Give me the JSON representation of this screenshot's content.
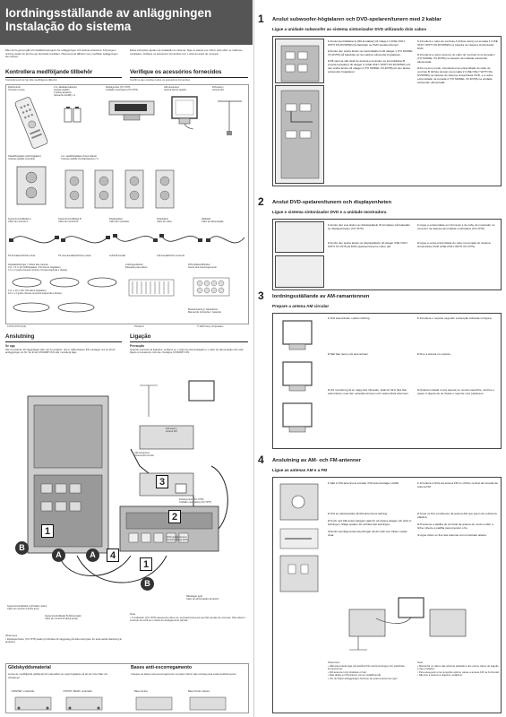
{
  "header": {
    "title_line1": "Iordningsställande av anläggningen",
    "title_line2": "Instalação do sistema"
  },
  "intro": {
    "sv": "Efter att ha genomgått ett installationsprogram för anläggningen och ansluta enheterna. Följ stegen i ordning nedan för att dra upp det bästa resultatet. Observera att tillbehör som medföljer anläggningen kan variera.",
    "pt": "Estas instruções ajudam na instalação do sistema. Siga os passos por ordem para obter os melhores resultados. Verifique os acessórios fornecidos com o sistema antes de começar."
  },
  "accessories": {
    "sv_title": "Kontrollera medföljande tillbehör",
    "sv_sub": "Kontrollera att du har alla medföljande tillbehör.",
    "pt_title": "Verifique os acessórios fornecidos",
    "pt_sub": "Confirme que recebeu todos os acessórios fornecidos.",
    "items": [
      {
        "label": "Fjärrkontroll\nControle remoto"
      },
      {
        "label": "2 st. alkaliska batterier\n(storlek AA/R6)\n2 pilhas alcalinas\n(tamanho AA/R6) x 2"
      },
      {
        "label": "Displayenhet (XV-7075)\nUnidade mostradora (XV-7075)"
      },
      {
        "label": "AM-ramantenn\nAntena AM de quadro"
      },
      {
        "label": "FM-antenn\nAntena FM"
      },
      {
        "label": "Satellithögtalare (stift-högtalare)\nColunas satélite (centrais)"
      },
      {
        "label": "4 st. satellithögtalare (framt./bakre)\nColunas satélite (frontal/traseira) x 4"
      },
      {
        "label": "Systemkontrollkabel A\nCabo de controlo A"
      },
      {
        "label": "Systemkontrollkabel B\nCabo de controlo B"
      },
      {
        "label": "Displaykabel\nCabo de mostrador"
      },
      {
        "label": "Videokabel\nCabo de vídeo"
      },
      {
        "label": "Nätkabel\nCabo de alimentação"
      },
      {
        "label": "Högtalarledningar / Cabos das colunas\n3 st. x 5 m (för stifthögtalare, V/H framre högtalare)\n3 m x 3 (para colunas central e frontal esquerda e direita)"
      },
      {
        "label": "2 st. x 10 m (för V/H bakre högtalare)\n10 m x 2 (para colunas surround esquerda e direita)"
      },
      {
        "label": "Lödningsetiketter\nEtiquetas para cabos"
      },
      {
        "label": "DVD-glidskydd/Faber\nAnexo anti-escorregamento"
      },
      {
        "label": "Bruksanvisning / Garantibrev\nManual de instruções / Garantia"
      }
    ],
    "cable_notes": [
      "Till kontakten/Fichas azuis",
      "Till rosa kontakter/Fichas pretas",
      "Gul/Grå kontakt",
      "Grå kontakt/Ficha cinzenta"
    ]
  },
  "connection": {
    "sv_title": "Anslutning",
    "pt_title": "Ligação",
    "warn_sv": "Se upp",
    "warn_sv_text": "När du ansluter till vägguttaget eller när du ansluter, dra ur nätkontakten från eluttaget och se till att anläggningen är AV. Se till att STANDBY/ON står i avstängt läge.",
    "warn_pt": "Precaução",
    "warn_pt_text": "Quando executar as ligações, verifique se o sistema está desligado e o cabo de alimentação não está ligado à tomada de corrente. Desligue STANDBY/ON.",
    "labels": {
      "dvd_label": "Displayenhet (XV-7075)\nUnidade mostradora (XV-7075)",
      "fm_label": "FM-antenn\nAntena FM",
      "am_label": "AM-ramantenn\nAntena AM circular",
      "dvd_player": "DVD-spelare/tunern\nSintetizador de DVD",
      "sys_a": "Systemkontrollkabel A (till bakre sidan)\nCabo de controlo A (ficha azul)",
      "sys_b": "Systemkontrollkabel B (blå kontakt)\nCabo de controlo B (ficha preta)",
      "outlet": "Nätuttaget (gul)\nCabo de alimentação (amarelo)"
    },
    "notes_sv": "Observera\n• Displayenheten (XV-7075) skall ej förbindas till vägguttag på vilket avbrytare för automatisk släckning är anslutna.",
    "notes_pt": "Nota\n• O indicador (XV-7075) apresenta vídeo em permanência para permitir perdas de corrente. Não ativar o controle de ecrã em modos de desligamento parcial."
  },
  "footer": {
    "sv_title": "Glidskyddsmaterial",
    "pt_title": "Bases anti-escorregamento",
    "sv_text": "Lossa de medföljande glidskydd på undersidan av varje högtalare så att den inte faller vid vibrationer.",
    "pt_text": "Coloque as bases anti-escorregamento na parte inferior das colunas para evitar deslizamentos.",
    "labels": [
      "<CENTER>-undersida",
      "<FRONT, REAR>-undersida",
      "Base central",
      "Base frontal, traseira"
    ],
    "code_left": "4-XXX-XXX-XX(1)",
    "code_mid": "Printed in",
    "code_right": "© 2003 Sony Corporation"
  },
  "steps": [
    {
      "num": "1",
      "title_sv": "Anslut subwoofer-högtalaren och DVD-spelaren/tunern med 2 kablar",
      "title_pt": "Ligue a unidade subwoofer ao sistema sintonizador DVD utilizando dois cabos",
      "sv": [
        "Anslut kontrollkabel A (blå kontakter) till uttaget 1 (USE ONLY WITH SS-DVS55W) på baksidan av DVD-spelaren/tunern.",
        "Anslut den andra änden av kontrollkabel A till uttaget 1 (TO MODEL XV-DV55) på baksidan av den aktiva subwoofer-högtalaren.",
        "På samma sätt skall du ansluta ena änden av kontrollkabel B (svarta kontakter) till uttaget 2 (USE ONLY WITH SS-DVS55W) och den andra änden till uttaget 2 (TO MODEL XV-DV55) på den aktiva subwoofer-högtalaren."
      ],
      "pt": [
        "Introduza o cabo de controle A (fichas azuis) na tomada 1 (USE ONLY WITH SS-DVS55W) na traseira do sistema sintonizador DVD.",
        "Introduza a outra extremo do cabo de controle A na tomada 1 (TO MODEL XV-DV55) na traseira da unidade subwoofer alimentada.",
        "Do mesmo modo, introduza uma extremidade do cabo de controle B (fichas pretas) na tomada 2 (USE ONLY WITH SS-DVS55W) na traseira do sistema sintonizador DVD, e a outra extremidade na tomada 2 (TO MODEL XV-DV55) na unidade subwoofer alimentada."
      ]
    },
    {
      "num": "2",
      "title_sv": "Anslut DVD-spelaren/tunern och displayenheten",
      "title_pt": "Ligue o sistema sintonizador DVD e a unidade mostradora",
      "sv": [
        "Anslut den ena änden av displaykabeln till kontakten på baksidan av displayenheten (XV-7075).",
        "Anslut den andra änden av displaykabeln till uttaget USE ONLY WITH XV-7075 på DVD-spelaren/tunerns mittre del."
      ],
      "pt": [
        "Ligue a extremidade em forma de L do cabo do mostrador no conector na traseira da unidade mostradora (XV-7075).",
        "Ligue a outra extremidade do cabo na tomada do sistema sintonizador DVD (USE ONLY WITH XV-7075)."
      ]
    },
    {
      "num": "3",
      "title_sv": "Iordningsställande av AM-ramantennen",
      "title_pt": "Prepare a antena AM circular",
      "sv": [
        "Vrid antennfoten i pilens riktning.",
        "Sätt fast ramen på antennfoten.",
        "Vid montering på en vägg eller liknande, skall du först föra fast antennfoten med den avsedda skruven och sedan fästa antennen."
      ],
      "pt": [
        "Introduza o suporte segundo a direcção indicada na figura.",
        "Fixe a antena no suporte.",
        "Quando instalar numa parede ou noutra superfície, efectue o passo 2 depois de ter fixado o suporte com parafusos."
      ]
    },
    {
      "num": "4",
      "title_sv": "Anslutning av AM- och FM-antenner",
      "title_pt": "Ligue as antenas AM e a FM",
      "sv": [
        "Sätt in FM-antennens kontakt i FM-antennuttaget mittbit.",
        "Vrid av plastskyddet på AM-antennens ledning.",
        "Tryck ned AM-antennuttaget spak för att öppna uttaget och stick in ledningen. Släpp spaken för att låsa fast ledningen.",
        "Anslut samtliga antenneledningar på det sätt som bilden nedan visar."
      ],
      "pt": [
        "Introduza a ficha da antena FM no orifício central da tomada da antena FM.",
        "Torça os fios condutores da antena AM que saem da cobertura plástica.",
        "Pressione a patilha do terminal da antena de modo a abrir a ficha. Liberte a patilha para prender o fio.",
        "Ligue todos os fios das antenas como ilustrado abaixo."
      ],
      "note_sv": "Observera\n• Håll antennledningar på avstånd från andra ledningar och elektriska komponenter.\n• FM-antennen bör sträckas ut helt.\n• Fäst aldrig en FM-antenn vid ett metallföremål.\n• Om du flyttar anläggningen behöver du justera antennen igen.",
      "note_pt": "Nota\n• Mantenha os cabos das antenas afastados dos outros cabos de ligação e das unidades.\n• Para assegurar uma recepção óptima, passe a antena FM na horizontal.\n• Não fixe a antena a objectos metálicos."
    }
  ]
}
